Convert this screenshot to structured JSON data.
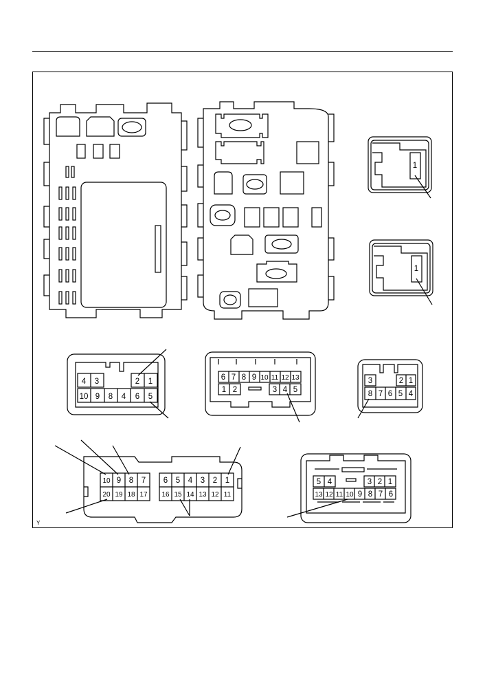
{
  "figure_code": "Y",
  "connectors": {
    "single_pin_upper": {
      "pins": [
        "1"
      ]
    },
    "single_pin_lower": {
      "pins": [
        "1"
      ]
    },
    "connector_10pin": {
      "top_row": [
        "4",
        "3",
        "2",
        "1"
      ],
      "bottom_row": [
        "10",
        "9",
        "8",
        "4",
        "6",
        "5"
      ]
    },
    "connector_13pin": {
      "top_row": [
        "6",
        "7",
        "8",
        "9",
        "10",
        "11",
        "12",
        "13"
      ],
      "bottom_row": [
        "1",
        "2",
        "3",
        "4",
        "5"
      ]
    },
    "connector_8pin": {
      "top_row": [
        "3",
        "2",
        "1"
      ],
      "bottom_row": [
        "8",
        "7",
        "6",
        "5",
        "4"
      ]
    },
    "connector_20pin": {
      "top_left": [
        "10",
        "9",
        "8",
        "7"
      ],
      "top_right": [
        "6",
        "5",
        "4",
        "3",
        "2",
        "1"
      ],
      "bottom_left": [
        "20",
        "19",
        "18",
        "17"
      ],
      "bottom_right": [
        "16",
        "15",
        "14",
        "13",
        "12",
        "11"
      ]
    },
    "connector_13pin_b": {
      "top_row": [
        "5",
        "4",
        "3",
        "2",
        "1"
      ],
      "bottom_row": [
        "13",
        "12",
        "11",
        "10",
        "9",
        "8",
        "7",
        "6"
      ]
    }
  }
}
